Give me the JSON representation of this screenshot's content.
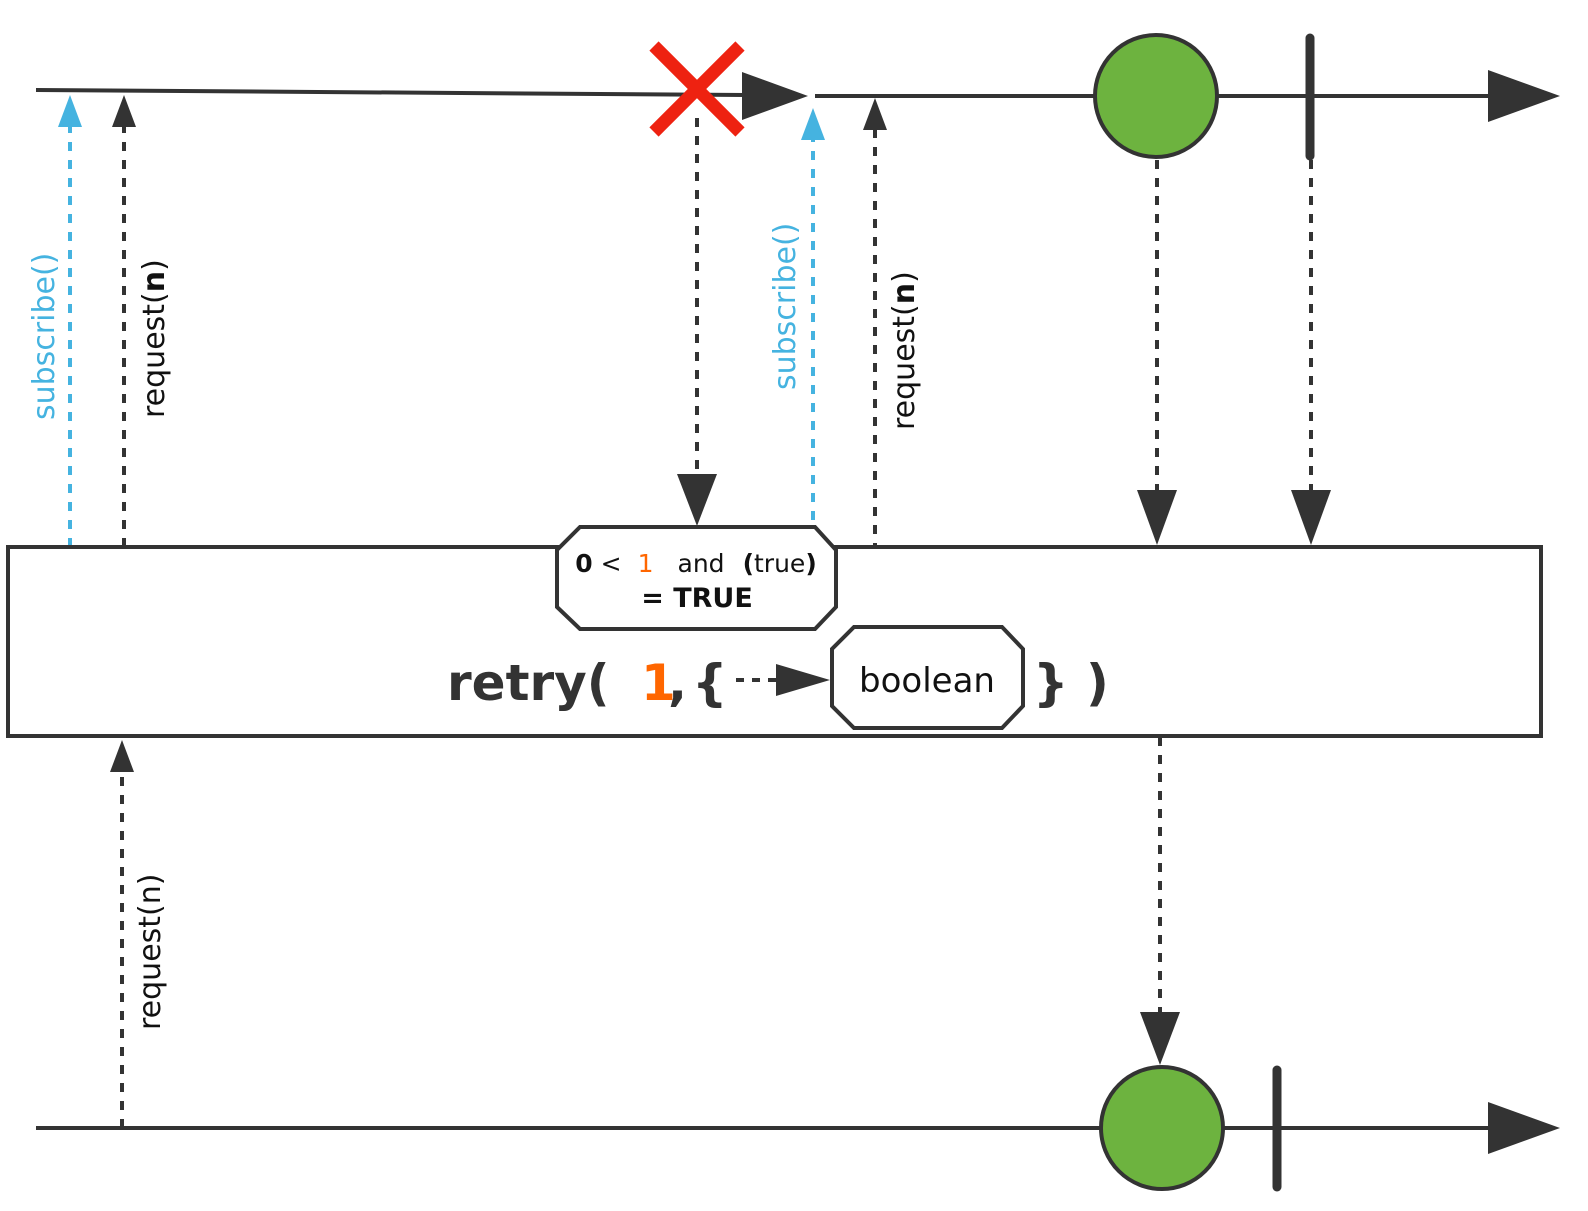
{
  "colors": {
    "line": "#333333",
    "subscribe": "#45b3e0",
    "error": "#ee2211",
    "emission": "#6db33f",
    "highlight": "#ff6600"
  },
  "upstream": {
    "first_subscription": {
      "subscribe_label": "subscribe()",
      "request_label_prefix": "request(",
      "request_label_n": "n",
      "request_label_suffix": ")"
    },
    "second_subscription": {
      "subscribe_label": "subscribe()",
      "request_label_prefix": "request(",
      "request_label_n": "n",
      "request_label_suffix": ")"
    }
  },
  "operator": {
    "name": "retry(",
    "retry_count": "1",
    "separator": ",",
    "open_brace": "{",
    "predicate_label": "boolean",
    "close": "} )",
    "condition": {
      "zero": "0",
      "lt": "<",
      "count": "1",
      "and": "and",
      "paren_open": "(",
      "paren_value": "true",
      "paren_close": ")",
      "result": "= TRUE"
    }
  },
  "downstream": {
    "request_label": "request(n)"
  }
}
